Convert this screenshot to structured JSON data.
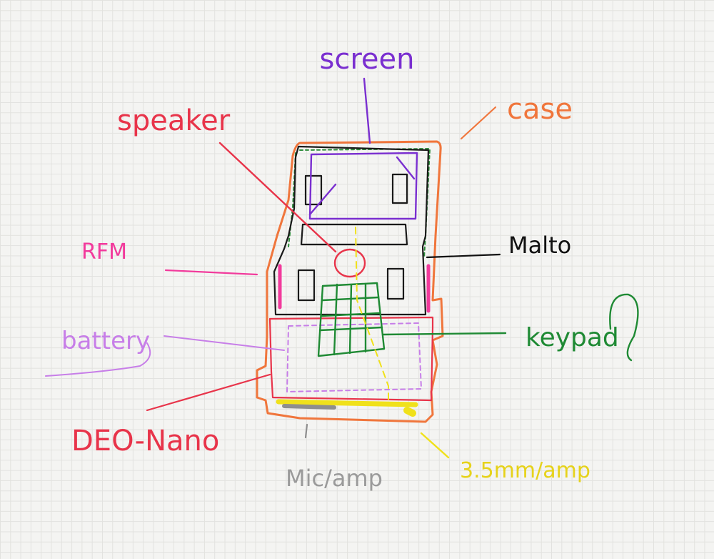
{
  "labels": {
    "screen": "screen",
    "case": "case",
    "speaker": "speaker",
    "malto": "Malto",
    "rfm": "RFM",
    "battery": "battery",
    "keypad": "keypad",
    "deo_nano": "DEO-Nano",
    "mic_amp": "Mic/amp",
    "jack_amp": "3.5mm/amp"
  },
  "colors": {
    "screen": "#7a2fd0",
    "case": "#f0763c",
    "speaker": "#e8344a",
    "malto": "#111111",
    "rfm": "#f23a9c",
    "battery": "#c77ee8",
    "keypad": "#1f8a34",
    "deo_nano": "#e8344a",
    "mic_amp": "#9a9a9a",
    "jack_amp": "#f0e11a",
    "board_outline": "#1a1a1a",
    "case_trim": "#2c8c3a"
  }
}
